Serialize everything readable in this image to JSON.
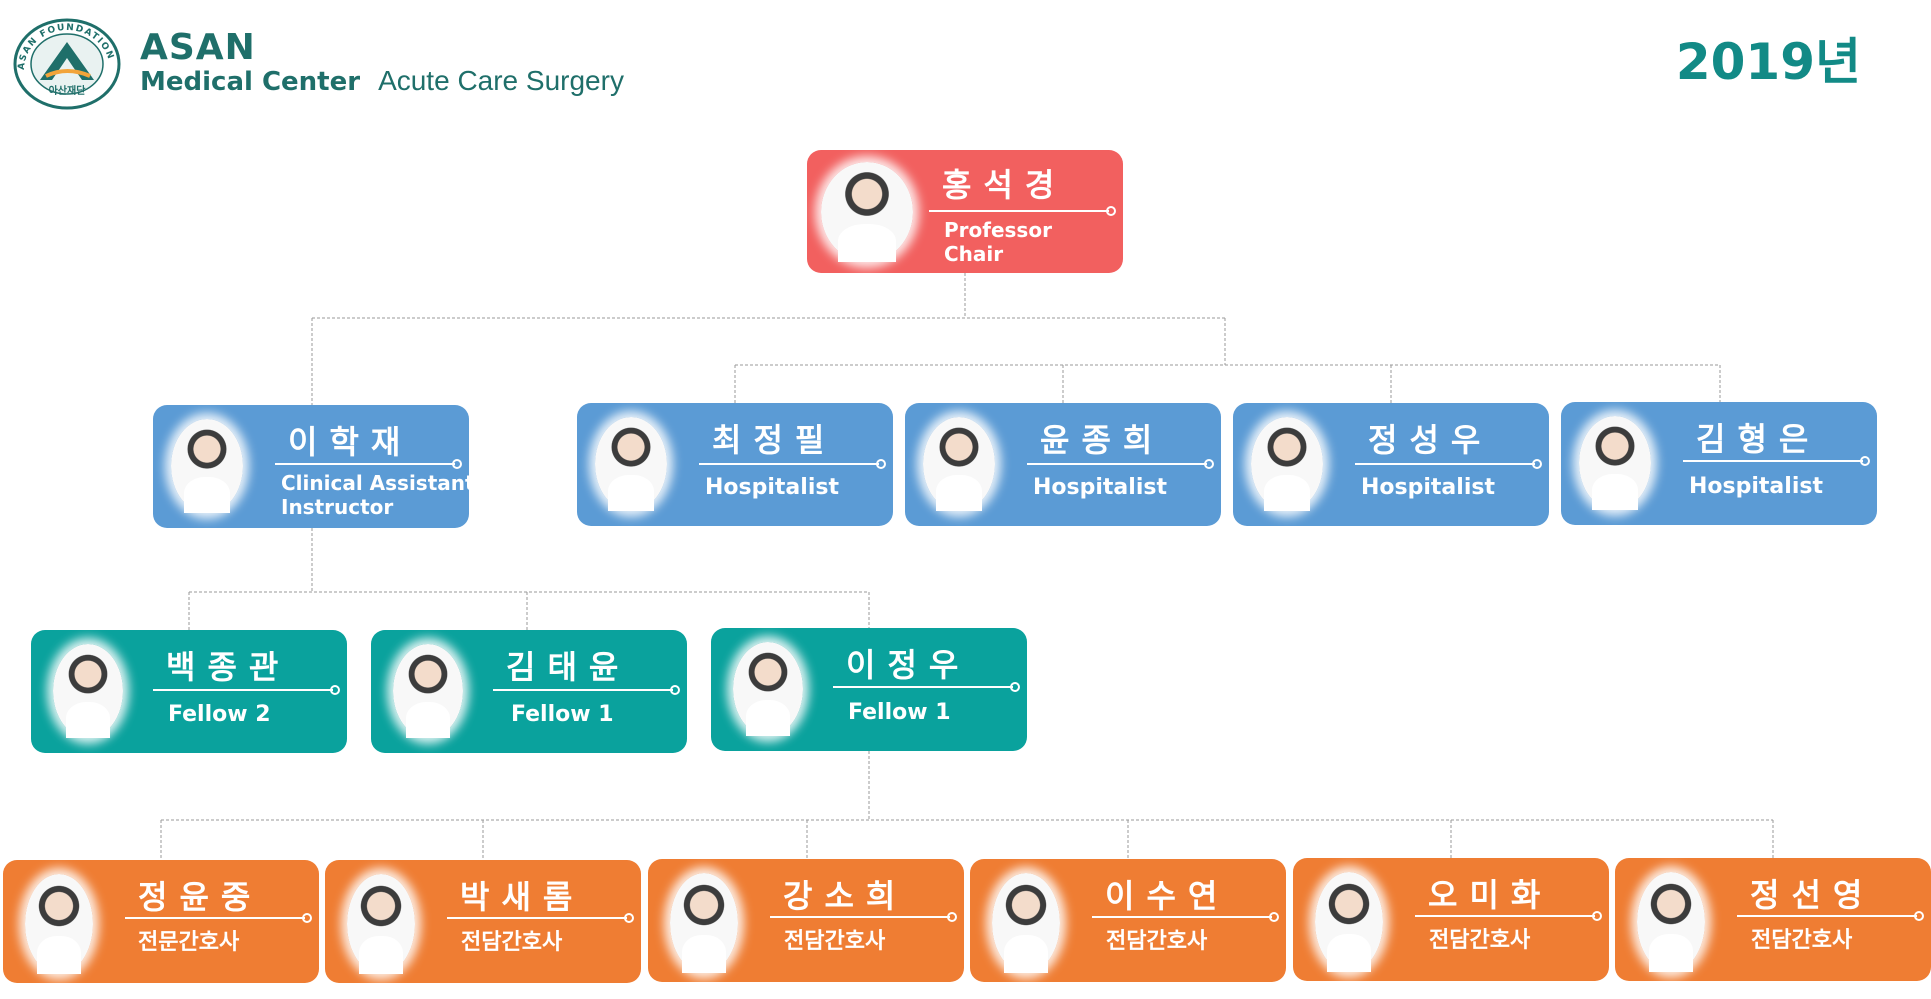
{
  "header": {
    "logo_ring_text": "ASAN FOUNDATION",
    "logo_seal_text": "아산재단",
    "brand_line1": "ASAN",
    "brand_line2": "Medical Center",
    "brand_dept": "Acute Care Surgery",
    "year": "2019년"
  },
  "colors": {
    "chair": "#f2605f",
    "attending": "#5b9bd5",
    "fellow": "#0aa29d",
    "nurse": "#ef7d33",
    "brand": "#1f6f6a",
    "year": "#128a86"
  },
  "chair": {
    "name": "홍석경",
    "role_line1": "Professor",
    "role_line2": "Chair"
  },
  "level2": [
    {
      "name": "이학재",
      "role_line1": "Clinical Assistant",
      "role_line2": "Instructor"
    },
    {
      "name": "최정필",
      "role_line1": "Hospitalist",
      "role_line2": ""
    },
    {
      "name": "윤종희",
      "role_line1": "Hospitalist",
      "role_line2": ""
    },
    {
      "name": "정성우",
      "role_line1": "Hospitalist",
      "role_line2": ""
    },
    {
      "name": "김형은",
      "role_line1": "Hospitalist",
      "role_line2": ""
    }
  ],
  "fellows": [
    {
      "name": "백종관",
      "role_line1": "Fellow 2"
    },
    {
      "name": "김태윤",
      "role_line1": "Fellow 1"
    },
    {
      "name": "이정우",
      "role_line1": "Fellow 1"
    }
  ],
  "nurses": [
    {
      "name": "정윤중",
      "role_line1": "전문간호사"
    },
    {
      "name": "박새롬",
      "role_line1": "전담간호사"
    },
    {
      "name": "강소희",
      "role_line1": "전담간호사"
    },
    {
      "name": "이수연",
      "role_line1": "전담간호사"
    },
    {
      "name": "오미화",
      "role_line1": "전담간호사"
    },
    {
      "name": "정선영",
      "role_line1": "전담간호사"
    }
  ]
}
